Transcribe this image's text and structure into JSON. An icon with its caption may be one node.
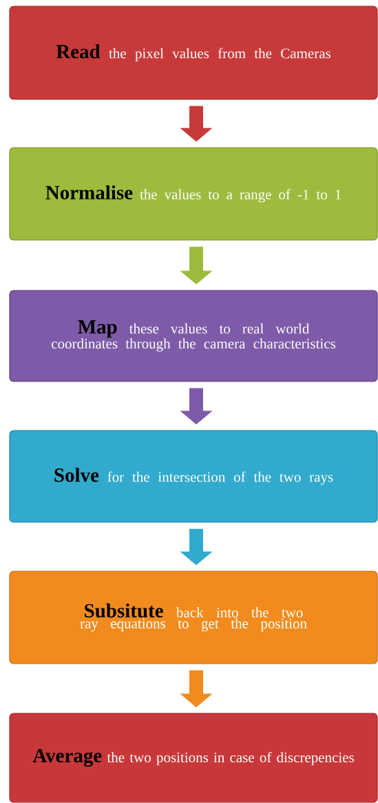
{
  "diagram": {
    "nodes": [
      {
        "text": [
          "Read",
          "the pixel values from the Cameras"
        ]
      },
      {
        "text": [
          "Normalise",
          "the values to a range of -1 to 1"
        ]
      },
      {
        "text": [
          "Map",
          "these values to real world coordinates through the camera characteristics"
        ]
      },
      {
        "text": [
          "Solve",
          "for the intersection of the two rays"
        ]
      },
      {
        "text": [
          "Subsitute",
          "back into the two ray equations to get the position"
        ]
      },
      {
        "text": [
          "Average",
          "the two positions in case of discrepencies"
        ]
      }
    ],
    "edges": [
      {
        "from": 0,
        "to": 1,
        "arrow": "to",
        "color": "#c83a3a"
      },
      {
        "from": 1,
        "to": 2,
        "arrow": "to",
        "color": "#9dbb3d"
      },
      {
        "from": 2,
        "to": 3,
        "arrow": "to",
        "color": "#7e5ba8"
      },
      {
        "from": 3,
        "to": 4,
        "arrow": "to",
        "color": "#31aacd"
      },
      {
        "from": 4,
        "to": 5,
        "arrow": "to",
        "color": "#f28b1e"
      }
    ]
  }
}
